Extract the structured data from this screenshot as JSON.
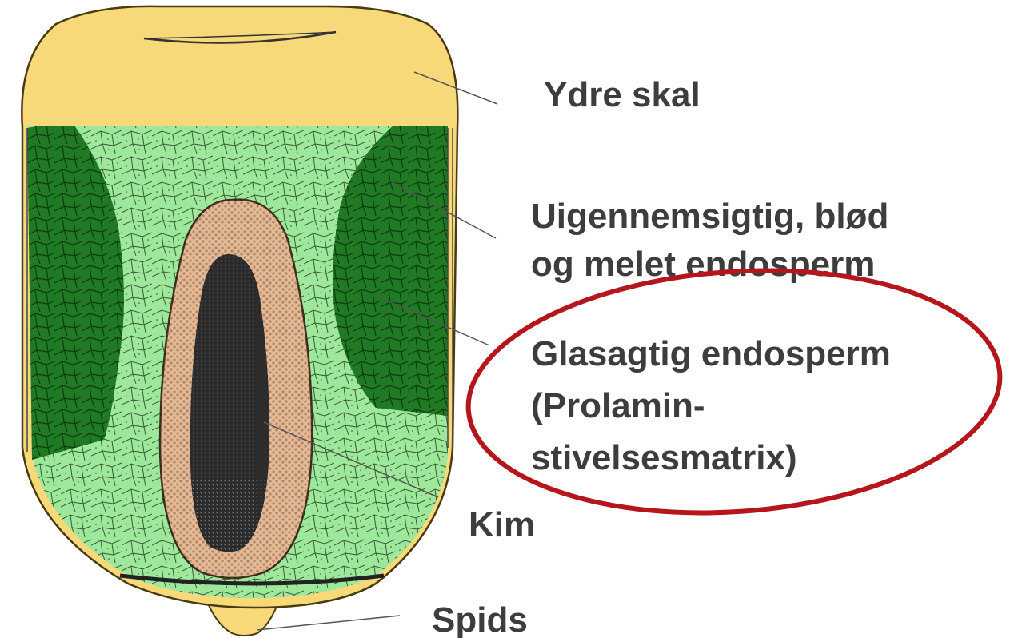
{
  "labels": {
    "outer_shell": "Ydre skal",
    "soft_line1": "Uigennemsigtig, blød",
    "soft_line2": "og melet endosperm",
    "vitreous_line1": "Glasagtig endosperm",
    "vitreous_line2": "(Prolamin-",
    "vitreous_line3": "stivelsesmatrix)",
    "germ": "Kim",
    "tip": "Spids"
  },
  "colors": {
    "shell": "#f8d97a",
    "soft_endosperm": "#9de89a",
    "vitreous_endosperm": "#1f7a23",
    "germ": "#e6b995",
    "germ_core": "#2b2b2b",
    "text": "#3d3d3d",
    "highlight_ellipse": "#b4161b"
  },
  "highlight": {
    "target": "vitreous_endosperm_label",
    "shape": "ellipse"
  }
}
